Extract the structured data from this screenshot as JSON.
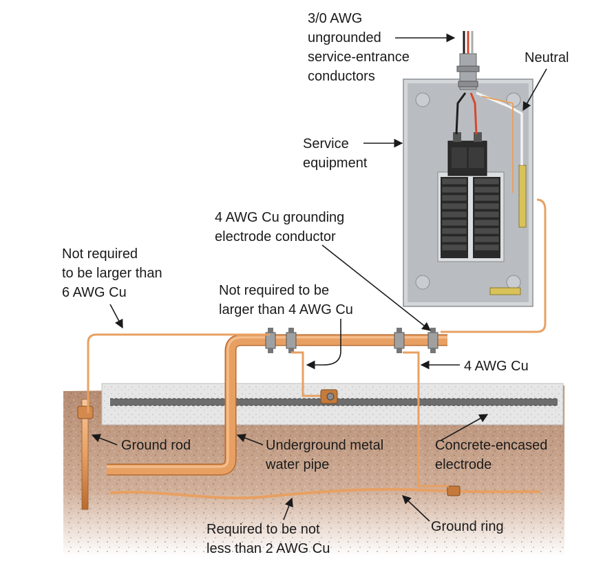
{
  "labels": {
    "service_conductors": [
      "3/0 AWG",
      "ungrounded",
      "service-entrance",
      "conductors"
    ],
    "neutral": "Neutral",
    "service_equipment": [
      "Service",
      "equipment"
    ],
    "gec": [
      "4 AWG Cu grounding",
      "electrode conductor"
    ],
    "rod_limit": [
      "Not required",
      "to be larger than",
      "6 AWG Cu"
    ],
    "water_pipe_limit": [
      "Not required to be",
      "larger than 4 AWG Cu"
    ],
    "ring_tap": "4 AWG Cu",
    "ground_rod": "Ground rod",
    "water_pipe": [
      "Underground metal",
      "water pipe"
    ],
    "concrete_electrode": [
      "Concrete-encased",
      "electrode"
    ],
    "ground_ring": "Ground ring",
    "ring_size": [
      "Required to be not",
      "less than 2 AWG Cu"
    ]
  },
  "colors": {
    "copper": "#e8a062",
    "copper_dark": "#b86a2e",
    "panel": "#c9cdd1",
    "panel_inner": "#adb2b7",
    "earth": "#c9a48c",
    "concrete": "#e4e4e4"
  }
}
